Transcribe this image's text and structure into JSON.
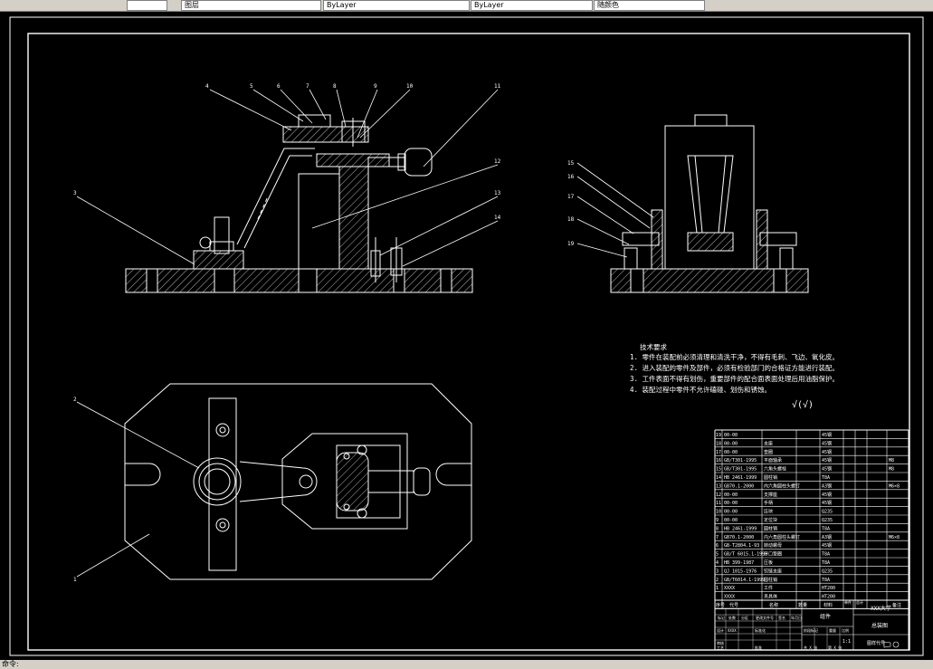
{
  "toolbar": {
    "layer_combo": "图层",
    "style_combo_1": "ByLayer",
    "style_combo_2": "ByLayer",
    "color_combo": "随颜色"
  },
  "status_bar": {
    "text": "命令:"
  },
  "drawing": {
    "front_view_balloons": [
      "4",
      "5",
      "6",
      "7",
      "8",
      "9",
      "10",
      "11",
      "12",
      "13",
      "14",
      "3"
    ],
    "side_view_balloons": [
      "15",
      "16",
      "17",
      "18",
      "19"
    ],
    "top_view_balloons": [
      "2",
      "1"
    ],
    "tech_requirements": {
      "title": "技术要求",
      "lines": [
        "1. 零件在装配前必须清理和清洗干净，不得有毛刺、飞边、氧化皮。",
        "2. 进入装配的零件及部件，必须有检验部门的合格证方能进行装配。",
        "3. 工件表面不得有划伤，重要部件的配合面表面处理后用油脂保护。",
        "4. 装配过程中零件不允许磕碰、划伤和锈蚀。"
      ],
      "roughness_symbol": "√(√)"
    },
    "bom": {
      "rows": [
        {
          "no": "19",
          "code": "00-00",
          "name": "",
          "qty": "",
          "material": "45钢",
          "note": ""
        },
        {
          "no": "18",
          "code": "00-00",
          "name": "支座",
          "qty": "",
          "material": "45钢",
          "note": ""
        },
        {
          "no": "17",
          "code": "00-00",
          "name": "垫圈",
          "qty": "",
          "material": "45钢",
          "note": ""
        },
        {
          "no": "16",
          "code": "GB/T301-1995",
          "name": "平面轴承",
          "qty": "",
          "material": "45钢",
          "note": "M8"
        },
        {
          "no": "15",
          "code": "GB/T301-1995",
          "name": "六角头螺栓",
          "qty": "",
          "material": "45钢",
          "note": "M8"
        },
        {
          "no": "14",
          "code": "HB 2461-1999",
          "name": "圆柱销",
          "qty": "",
          "material": "T8A",
          "note": ""
        },
        {
          "no": "13",
          "code": "GB70.1-2000",
          "name": "内六角圆柱头螺钉",
          "qty": "",
          "material": "A3钢",
          "note": "M6×8"
        },
        {
          "no": "12",
          "code": "00-00",
          "name": "支撑座",
          "qty": "",
          "material": "45钢",
          "note": ""
        },
        {
          "no": "11",
          "code": "00-00",
          "name": "手柄",
          "qty": "",
          "material": "45钢",
          "note": ""
        },
        {
          "no": "10",
          "code": "00-00",
          "name": "压块",
          "qty": "",
          "material": "Q235",
          "note": ""
        },
        {
          "no": "9",
          "code": "00-00",
          "name": "定位块",
          "qty": "",
          "material": "Q235",
          "note": ""
        },
        {
          "no": "8",
          "code": "HB 2461-1999",
          "name": "圆柱销",
          "qty": "",
          "material": "T8A",
          "note": ""
        },
        {
          "no": "7",
          "code": "GB70.1-2000",
          "name": "内六角圆柱头螺钉",
          "qty": "",
          "material": "A3钢",
          "note": "M6×8"
        },
        {
          "no": "6",
          "code": "GB-T2804.1-93",
          "name": "转动螺母",
          "qty": "",
          "material": "45钢",
          "note": ""
        },
        {
          "no": "5",
          "code": "GB/T 6015.1-1999",
          "name": "开口垫圈",
          "qty": "",
          "material": "T8A",
          "note": ""
        },
        {
          "no": "4",
          "code": "HB 399-1987",
          "name": "压板",
          "qty": "",
          "material": "T8A",
          "note": ""
        },
        {
          "no": "3",
          "code": "QJ 1015-1976",
          "name": "铰链支座",
          "qty": "",
          "material": "Q235",
          "note": ""
        },
        {
          "no": "2",
          "code": "GB/T6014.1-1999",
          "name": "圆柱销",
          "qty": "",
          "material": "T8A",
          "note": ""
        },
        {
          "no": "1",
          "code": "XXXX",
          "name": "工件",
          "qty": "",
          "material": "HT200",
          "note": ""
        },
        {
          "no": "",
          "code": "XXXX",
          "name": "夹具体",
          "qty": "",
          "material": "HT200",
          "note": ""
        }
      ],
      "header": {
        "no": "序号",
        "code": "代号",
        "name": "名称",
        "qty": "数量",
        "material": "材料",
        "weight_single": "单件",
        "weight_total": "总计",
        "note": "备注"
      }
    },
    "title_block": {
      "part_name": "组件",
      "school": "XXX大学",
      "drawing_title": "总装图",
      "drawing_no": "图样代号",
      "labels": {
        "marker": "标记",
        "count": "处数",
        "zone": "分区",
        "change_no": "更改文件号",
        "sign": "签名",
        "date": "年月日",
        "design": "设计",
        "standardize": "标准化",
        "stage": "阶段标记",
        "weight": "重量",
        "ratio": "比例",
        "review": "审核",
        "process": "工艺",
        "approve": "批准",
        "sheet": "共 X 张",
        "sheet2": "第 X 张"
      },
      "design_name": "XXXX",
      "ratio": "1:1"
    }
  }
}
